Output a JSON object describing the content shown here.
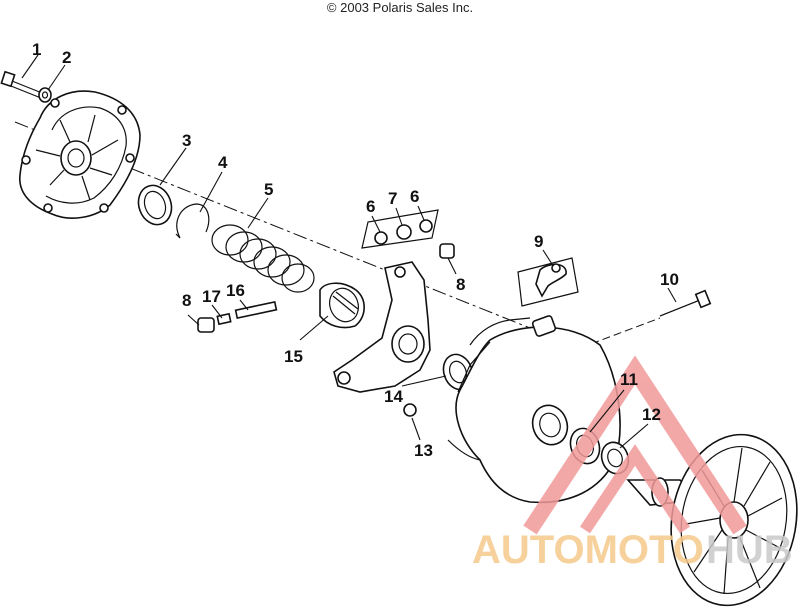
{
  "copyright": "© 2003 Polaris Sales Inc.",
  "watermark": {
    "text_part1": "AUTOMOTO",
    "text_part2": "HUB",
    "color_primary": "#f29a9a",
    "color_text1": "#f5c98a",
    "color_text2": "#c9c9c9"
  },
  "callouts": [
    {
      "id": "c1",
      "label": "1"
    },
    {
      "id": "c2",
      "label": "2"
    },
    {
      "id": "c3",
      "label": "3"
    },
    {
      "id": "c4",
      "label": "4"
    },
    {
      "id": "c5",
      "label": "5"
    },
    {
      "id": "c6a",
      "label": "6"
    },
    {
      "id": "c7",
      "label": "7"
    },
    {
      "id": "c6b",
      "label": "6"
    },
    {
      "id": "c8a",
      "label": "8"
    },
    {
      "id": "c9",
      "label": "9"
    },
    {
      "id": "c10",
      "label": "10"
    },
    {
      "id": "c8b",
      "label": "8"
    },
    {
      "id": "c17",
      "label": "17"
    },
    {
      "id": "c16",
      "label": "16"
    },
    {
      "id": "c15",
      "label": "15"
    },
    {
      "id": "c11",
      "label": "11"
    },
    {
      "id": "c12",
      "label": "12"
    },
    {
      "id": "c14",
      "label": "14"
    },
    {
      "id": "c13",
      "label": "13"
    }
  ]
}
